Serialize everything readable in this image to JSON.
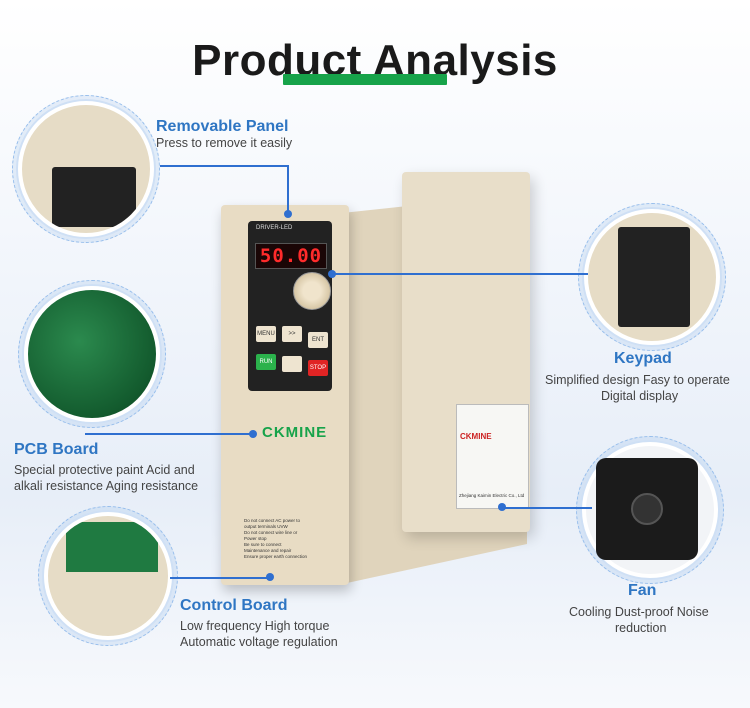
{
  "page": {
    "title": "Product Analysis"
  },
  "device": {
    "display_value": "50.00",
    "keypad_brand": "DRIVER-LED",
    "brand": "CKMINE",
    "nameplate_brand": "CKMINE",
    "nameplate_company": "Zhejiang Kaimin Electric Co., Ltd",
    "keys": [
      "MENU",
      ">>",
      "ENT",
      "RUN",
      "",
      "STOP"
    ],
    "warning_lines": [
      "Do not connect AC power to",
      "output terminals UVW",
      "Do not connect wire line or",
      "Power stop",
      "Be sure to connect",
      "Maintenance and repair",
      "Ensure proper earth connection"
    ]
  },
  "features": {
    "removable_panel": {
      "title": "Removable Panel",
      "desc": "Press to remove it easily"
    },
    "keypad": {
      "title": "Keypad",
      "desc_line1": "Simplified design Fasy to operate",
      "desc_line2": "Digital display"
    },
    "pcb_board": {
      "title": "PCB Board",
      "desc_line1": "Special protective paint Acid and",
      "desc_line2": "alkali resistance Aging resistance"
    },
    "fan": {
      "title": "Fan",
      "desc_line1": "Cooling Dust-proof Noise",
      "desc_line2": "reduction"
    },
    "control_board": {
      "title": "Control Board",
      "desc_line1": "Low frequency High torque",
      "desc_line2": "Automatic voltage regulation"
    }
  },
  "colors": {
    "accent_blue": "#2f76c3",
    "brand_green": "#17a34a",
    "led_red": "#ff2b2b"
  }
}
